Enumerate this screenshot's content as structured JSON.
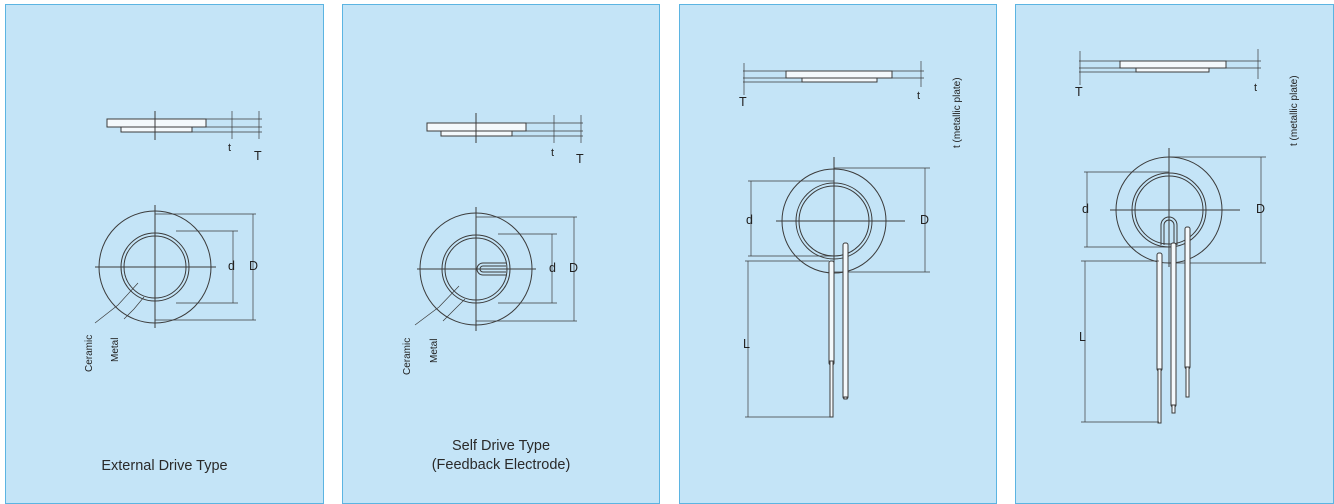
{
  "panels": [
    {
      "caption_line1": "External Drive Type",
      "caption_line2": "",
      "labels": {
        "t": "t",
        "T": "T",
        "d": "d",
        "D": "D",
        "ceramic": "Ceramic",
        "metal": "Metal"
      }
    },
    {
      "caption_line1": "Self Drive Type",
      "caption_line2": "(Feedback Electrode)",
      "labels": {
        "t": "t",
        "T": "T",
        "d": "d",
        "D": "D",
        "ceramic": "Ceramic",
        "metal": "Metal"
      }
    },
    {
      "caption_line1": "",
      "caption_line2": "",
      "labels": {
        "t": "t",
        "T": "T",
        "d": "d",
        "D": "D",
        "L": "L",
        "metallic_plate": "t (metallic plate)"
      }
    },
    {
      "caption_line1": "",
      "caption_line2": "",
      "labels": {
        "t": "t",
        "T": "T",
        "d": "d",
        "D": "D",
        "L": "L",
        "metallic_plate": "t (metallic plate)"
      }
    }
  ]
}
